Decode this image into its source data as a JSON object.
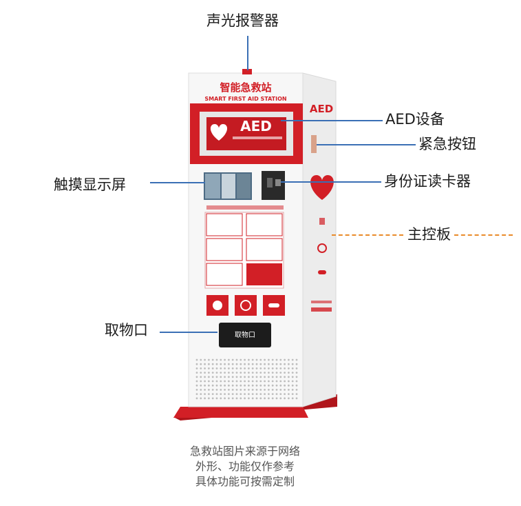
{
  "labels": {
    "alarm": "声光报警器",
    "aed_device": "AED设备",
    "emergency_button": "紧急按钮",
    "touch_screen": "触摸显示屏",
    "id_reader": "身份证读卡器",
    "main_board": "主控板",
    "pickup_port": "取物口"
  },
  "kiosk": {
    "title_cn": "智能急救站",
    "title_en": "SMART FIRST AID STATION",
    "aed_panel": "AED",
    "side_aed": "AED",
    "pickup_panel": "取物口"
  },
  "note": {
    "line1": "急救站图片来源于网络",
    "line2": "外形、功能仅作参考",
    "line3": "具体功能可按需定制"
  },
  "colors": {
    "red": "#d21f26",
    "dark_red": "#b0151b",
    "line_blue": "#3a6fb5",
    "dash_orange": "#e98b2a"
  }
}
